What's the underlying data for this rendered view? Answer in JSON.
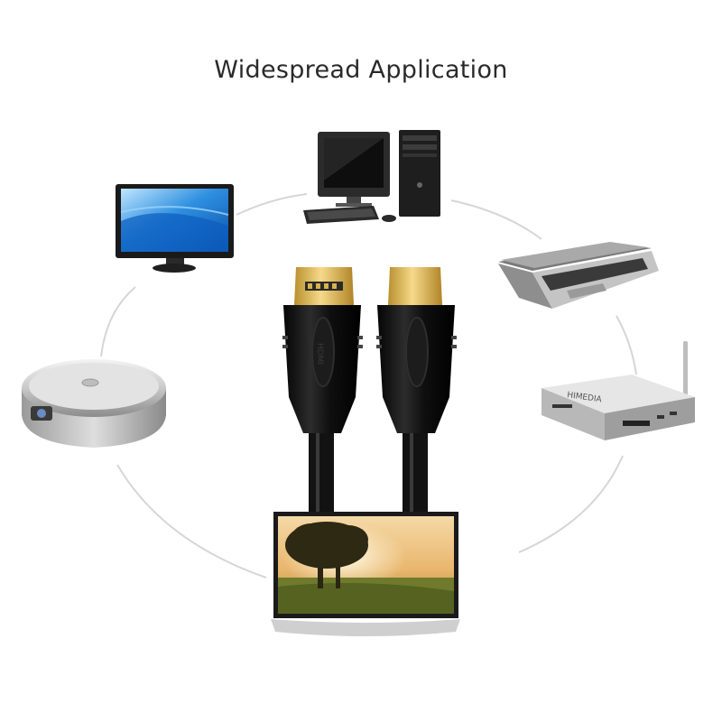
{
  "title": "Widespread Application",
  "devices": {
    "desktop_pc": "desktop-pc",
    "monitor": "monitor",
    "laptop": "laptop",
    "projector": "projector",
    "tv_box": "tv-box",
    "television": "television"
  },
  "cable": {
    "connector_label": "HDMI"
  },
  "branding": {
    "tv_box_brand": "HIMEDIA"
  },
  "colors": {
    "cable": "#141414",
    "gold": "#d9b24a",
    "ring": "#d6d6d6"
  }
}
